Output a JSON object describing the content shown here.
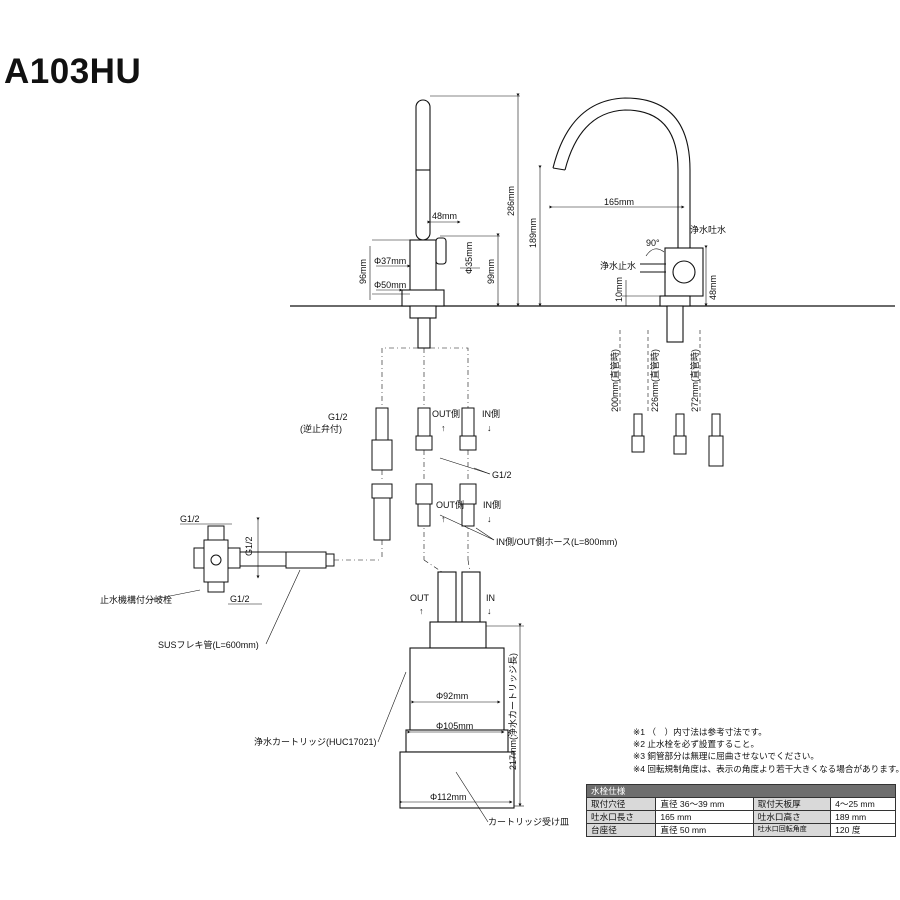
{
  "model": "A103HU",
  "dims": {
    "d48_top": "48mm",
    "d37": "Φ37mm",
    "d50": "Φ50mm",
    "d35": "Φ35mm",
    "d96": "96mm",
    "d99": "99mm",
    "d286": "286mm",
    "d189": "189mm",
    "d165": "165mm",
    "deg90": "90°",
    "d10": "10mm",
    "d48_side": "48mm",
    "pipe200": "200mm(直管時)",
    "pipe226": "226mm(直管時)",
    "pipe272": "272mm(直管時)",
    "d92": "Φ92mm",
    "d105": "Φ105mm",
    "d112": "Φ112mm",
    "d217": "217mm(浄水カートリッジ長)"
  },
  "labels": {
    "josui_tosui": "浄水吐水",
    "josui_shisui": "浄水止水",
    "g12_a": "G1/2",
    "gyakushi": "(逆止弁付)",
    "out_side": "OUT側",
    "in_side": "IN側",
    "g12_b": "G1/2",
    "out_side2": "OUT側",
    "in_side2": "IN側",
    "hose": "IN側/OUT側ホース(L=800mm)",
    "g12_c": "G1/2",
    "g12_d": "G1/2",
    "g12_e": "G1/2",
    "valve": "止水機構付分岐栓",
    "sus": "SUSフレキ管(L=600mm)",
    "out": "OUT",
    "in": "IN",
    "cartridge": "浄水カートリッジ(HUC17021)",
    "tray": "カートリッジ受け皿",
    "arrow_up": "↑",
    "arrow_down": "↓"
  },
  "notes": [
    "※1 （　）内寸法は参考寸法です。",
    "※2 止水栓を必ず設置すること。",
    "※3 銅管部分は無理に屈曲させないでください。",
    "※4 回転規制角度は、表示の角度より若干大きくなる場合があります。"
  ],
  "spec": {
    "title": "水栓仕様",
    "rows": [
      [
        "取付穴径",
        "直径 36～39 mm",
        "取付天板厚",
        "4～25 mm"
      ],
      [
        "吐水口長さ",
        "165 mm",
        "吐水口高さ",
        "189 mm"
      ],
      [
        "台座径",
        "直径 50 mm",
        "吐水口回転角度",
        "120 度"
      ]
    ]
  }
}
